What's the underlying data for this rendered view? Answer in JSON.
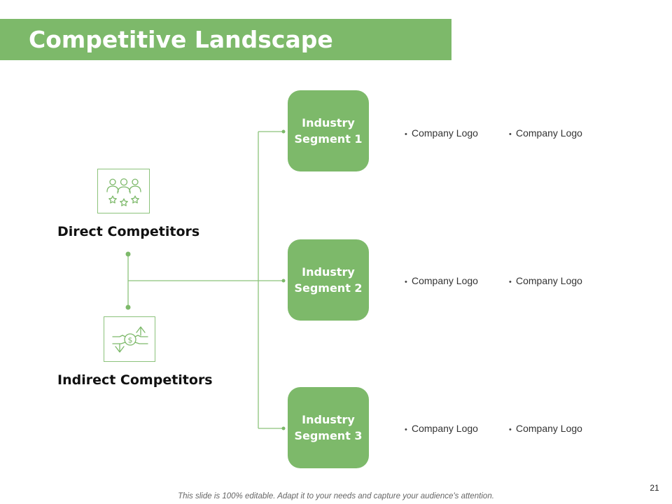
{
  "title": "Competitive Landscape",
  "competitors": {
    "direct": {
      "label": "Direct Competitors",
      "icon": "group-star-rating-icon"
    },
    "indirect": {
      "label": "Indirect Competitors",
      "icon": "money-exchange-icon"
    }
  },
  "segments": [
    {
      "label": "Industry Segment 1",
      "logos": [
        "Company Logo",
        "Company Logo"
      ]
    },
    {
      "label": "Industry Segment 2",
      "logos": [
        "Company Logo",
        "Company Logo"
      ]
    },
    {
      "label": "Industry Segment 3",
      "logos": [
        "Company Logo",
        "Company Logo"
      ]
    }
  ],
  "footer": "This slide is 100% editable. Adapt it to your needs and capture your audience's attention.",
  "page_number": "21",
  "colors": {
    "accent": "#7db96a",
    "line": "#8cc27b",
    "text": "#111111"
  }
}
